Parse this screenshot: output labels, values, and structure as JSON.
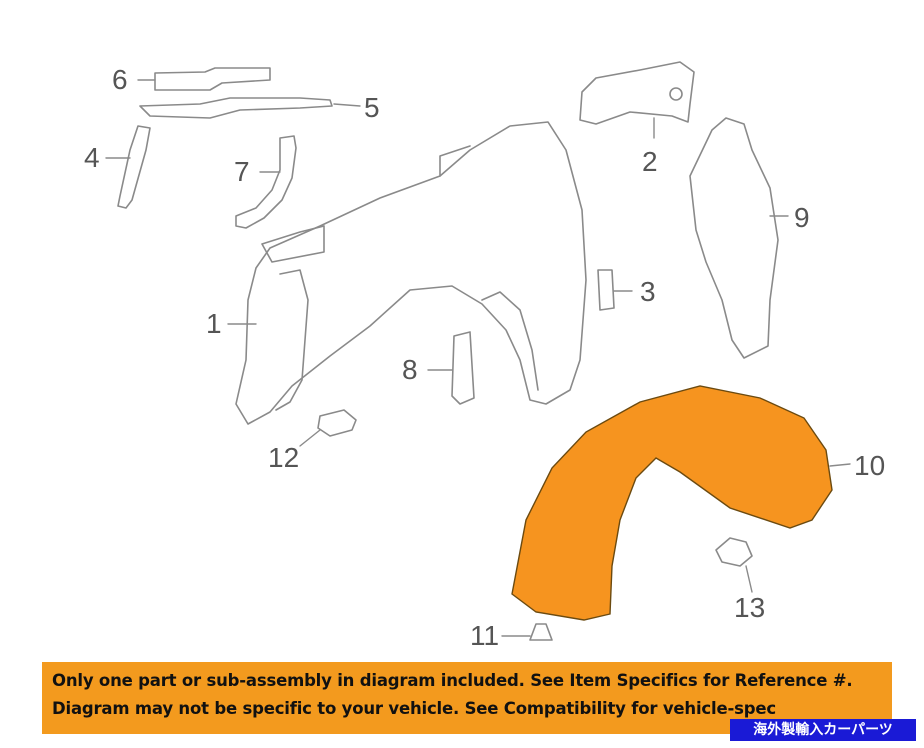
{
  "callouts": {
    "c1": "1",
    "c2": "2",
    "c3": "3",
    "c4": "4",
    "c5": "5",
    "c6": "6",
    "c7": "7",
    "c8": "8",
    "c9": "9",
    "c10": "10",
    "c11": "11",
    "c12": "12",
    "c13": "13"
  },
  "banner": {
    "line1": "Only one part or sub-assembly in diagram included. See Item Specifics for Reference #.",
    "line2": "Diagram may not be specific to your vehicle. See Compatibility for vehicle-spec"
  },
  "watermark": "海外製輸入カーパーツ",
  "colors": {
    "highlight": "#f6941f",
    "line": "#8a8a8a",
    "banner": "#f39a1e",
    "watermark_bg": "#1a1ad6"
  }
}
